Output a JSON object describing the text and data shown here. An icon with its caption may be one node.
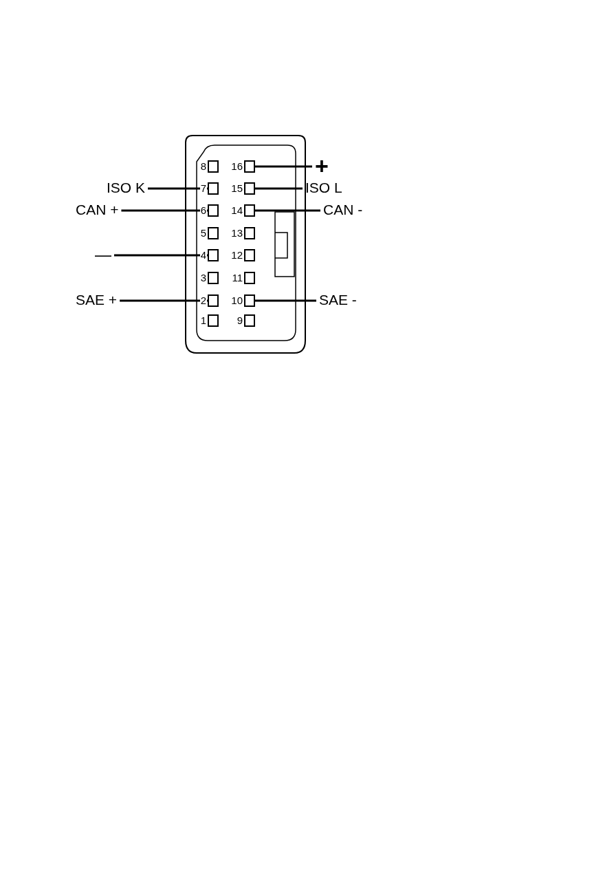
{
  "diagram": {
    "nodes": [
      {
        "text": [],
        "shape": "box"
      },
      {
        "text": [],
        "shape": "box",
        "in": 0,
        "beside": [
          "8"
        ]
      },
      {
        "text": [],
        "shape": "box",
        "in": 0,
        "beside": [
          "16"
        ]
      },
      {
        "text": [],
        "shape": "box",
        "in": 0,
        "beside": [
          "7"
        ]
      },
      {
        "text": [],
        "shape": "box",
        "in": 0,
        "beside": [
          "15"
        ]
      },
      {
        "text": [],
        "shape": "box",
        "in": 0,
        "beside": [
          "6"
        ]
      },
      {
        "text": [],
        "shape": "box",
        "in": 0,
        "beside": [
          "14"
        ]
      },
      {
        "text": [],
        "shape": "box",
        "in": 0,
        "beside": [
          "5"
        ]
      },
      {
        "text": [],
        "shape": "box",
        "in": 0,
        "beside": [
          "13"
        ]
      },
      {
        "text": [],
        "shape": "box",
        "in": 0,
        "beside": [
          "4"
        ]
      },
      {
        "text": [],
        "shape": "box",
        "in": 0,
        "beside": [
          "12"
        ]
      },
      {
        "text": [],
        "shape": "box",
        "in": 0,
        "beside": [
          "3"
        ]
      },
      {
        "text": [],
        "shape": "box",
        "in": 0,
        "beside": [
          "11"
        ]
      },
      {
        "text": [],
        "shape": "box",
        "in": 0,
        "beside": [
          "2"
        ]
      },
      {
        "text": [],
        "shape": "box",
        "in": 0,
        "beside": [
          "10"
        ]
      },
      {
        "text": [],
        "shape": "box",
        "in": 0,
        "beside": [
          "1"
        ]
      },
      {
        "text": [],
        "shape": "box",
        "in": 0,
        "beside": [
          "9"
        ]
      },
      {
        "text": [
          "+"
        ]
      },
      {
        "text": [
          "ISO K"
        ]
      },
      {
        "text": [
          "ISO L"
        ]
      },
      {
        "text": [
          "CAN +"
        ]
      },
      {
        "text": [
          "CAN -"
        ]
      },
      {
        "text": [
          "—"
        ]
      },
      {
        "text": [
          "SAE +"
        ]
      },
      {
        "text": [
          "SAE -"
        ]
      }
    ],
    "edges": [
      {
        "from": 17,
        "to": 2,
        "arrow": "none"
      },
      {
        "from": 18,
        "to": 3,
        "arrow": "none"
      },
      {
        "from": 19,
        "to": 4,
        "arrow": "none"
      },
      {
        "from": 20,
        "to": 5,
        "arrow": "none"
      },
      {
        "from": 21,
        "to": 6,
        "arrow": "none"
      },
      {
        "from": 22,
        "to": 9,
        "arrow": "none"
      },
      {
        "from": 23,
        "to": 13,
        "arrow": "none"
      },
      {
        "from": 24,
        "to": 14,
        "arrow": "none"
      }
    ]
  }
}
